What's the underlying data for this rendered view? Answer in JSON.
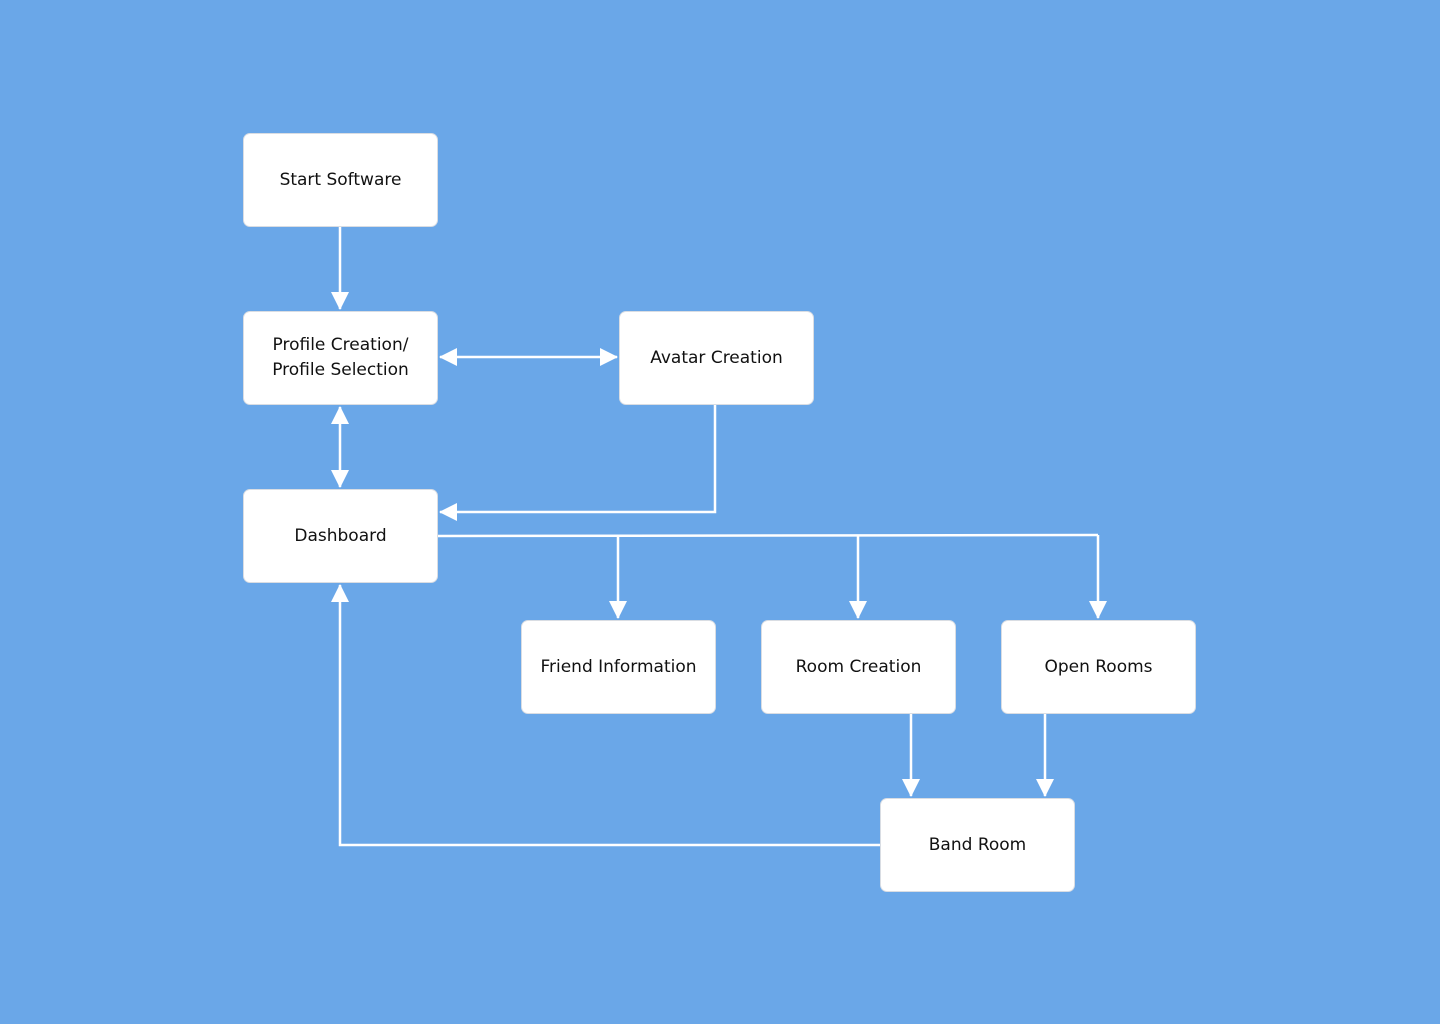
{
  "theme": {
    "background": "#6aa7e8",
    "node_fill": "#ffffff",
    "connector": "#ffffff",
    "text": "#111111"
  },
  "nodes": {
    "start_software": {
      "label": "Start Software"
    },
    "profile": {
      "line1": "Profile Creation/",
      "line2": "Profile Selection"
    },
    "avatar_creation": {
      "label": "Avatar Creation"
    },
    "dashboard": {
      "label": "Dashboard"
    },
    "friend_information": {
      "label": "Friend Information"
    },
    "room_creation": {
      "label": "Room Creation"
    },
    "open_rooms": {
      "label": "Open Rooms"
    },
    "band_room": {
      "label": "Band Room"
    }
  },
  "edges": [
    {
      "from": "Start Software",
      "to": "Profile Creation/ Profile Selection",
      "direction": "forward"
    },
    {
      "from": "Profile Creation/ Profile Selection",
      "to": "Avatar Creation",
      "direction": "both"
    },
    {
      "from": "Profile Creation/ Profile Selection",
      "to": "Dashboard",
      "direction": "both"
    },
    {
      "from": "Avatar Creation",
      "to": "Dashboard",
      "direction": "forward"
    },
    {
      "from": "Dashboard",
      "to": "Friend Information",
      "direction": "forward"
    },
    {
      "from": "Dashboard",
      "to": "Room Creation",
      "direction": "forward"
    },
    {
      "from": "Dashboard",
      "to": "Open Rooms",
      "direction": "forward"
    },
    {
      "from": "Room Creation",
      "to": "Band Room",
      "direction": "forward"
    },
    {
      "from": "Open Rooms",
      "to": "Band Room",
      "direction": "forward"
    },
    {
      "from": "Band Room",
      "to": "Dashboard",
      "direction": "forward"
    }
  ]
}
